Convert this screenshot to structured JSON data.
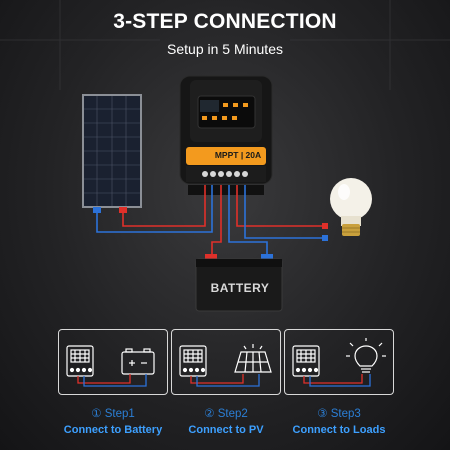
{
  "header": {
    "title": "3-STEP CONNECTION",
    "subtitle": "Setup in 5 Minutes"
  },
  "controller": {
    "badge_text": "MPPT | 20A"
  },
  "battery": {
    "label": "BATTERY"
  },
  "steps": [
    {
      "number": "① Step1",
      "caption": "Connect to Battery",
      "icon": "battery-icon"
    },
    {
      "number": "② Step2",
      "caption": "Connect to PV",
      "icon": "solar-panel-icon"
    },
    {
      "number": "③ Step3",
      "caption": "Connect to Loads",
      "icon": "light-bulb-icon"
    }
  ],
  "colors": {
    "background": "#232325",
    "accent_blue": "#2b7fd6",
    "step_caption_blue": "#3da0ff",
    "wire_red": "#e0302a",
    "wire_blue": "#2c72d9",
    "controller_orange": "#f39a1e",
    "controller_body": "#141414"
  }
}
